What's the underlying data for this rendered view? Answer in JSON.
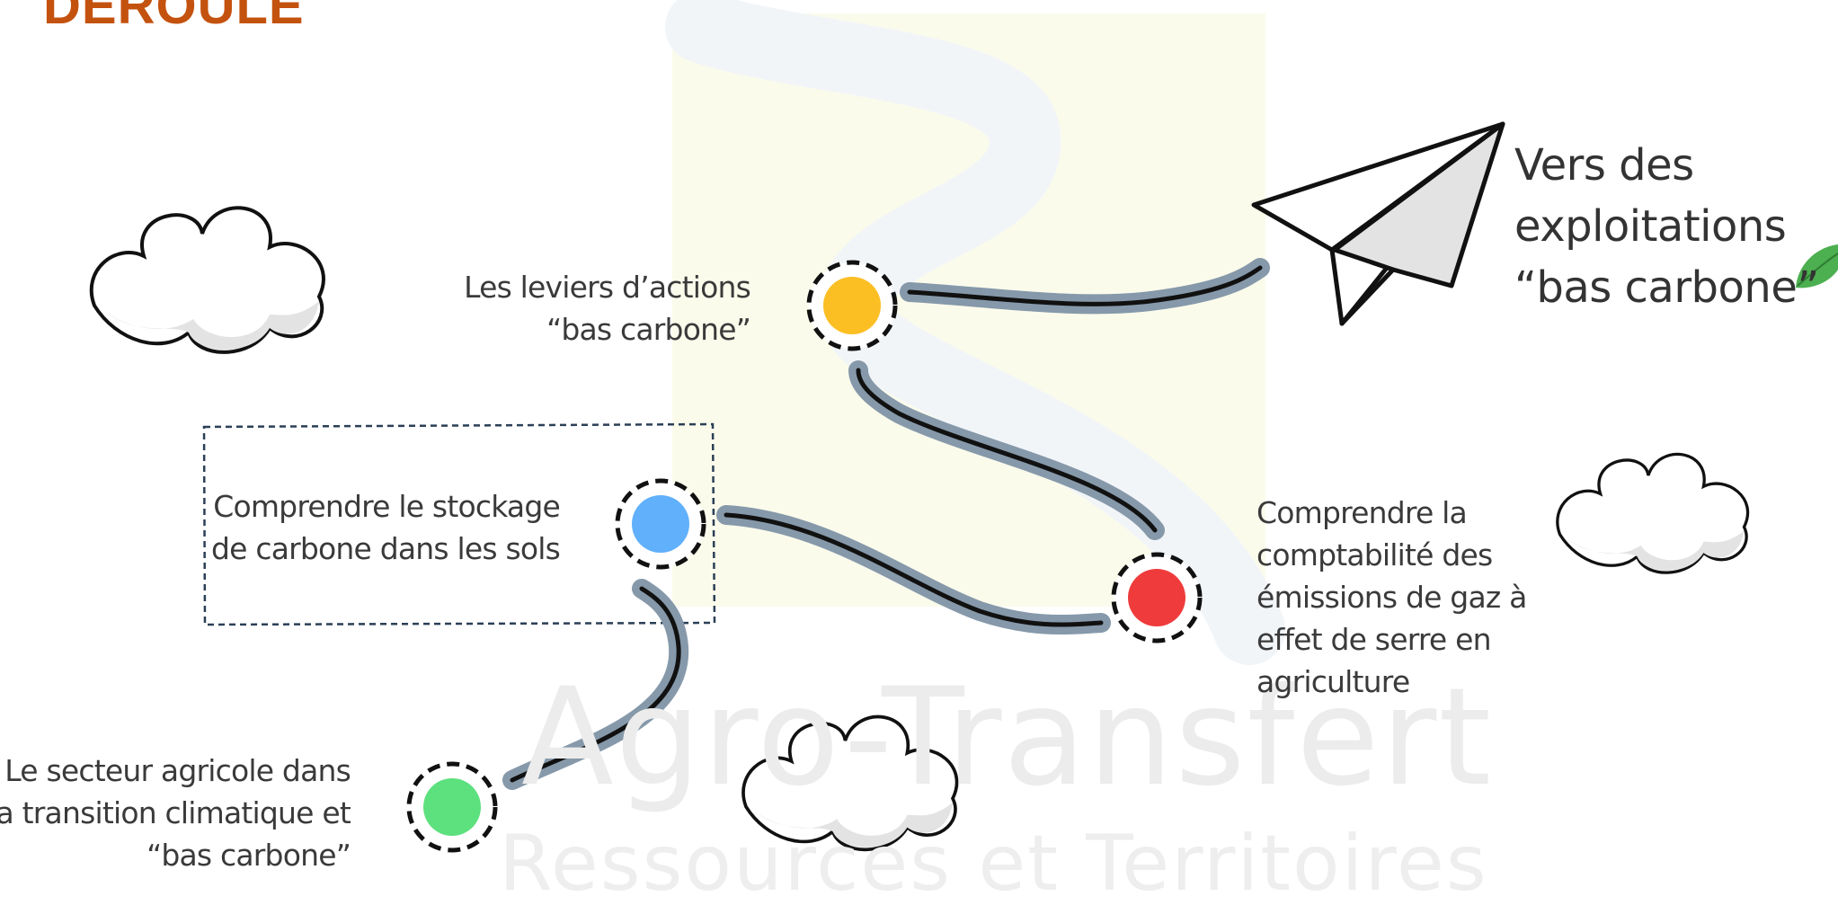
{
  "slide": {
    "title": "DÉROULÉ",
    "watermark_line1": "Agro-Transfert",
    "watermark_line2": "Ressources et Territoires"
  },
  "steps": [
    {
      "id": "step-1",
      "lines": [
        "Le secteur agricole dans",
        "la transition climatique et",
        "“bas carbone”"
      ],
      "dot_color": "#5de07e"
    },
    {
      "id": "step-2",
      "lines": [
        "Comprendre le stockage",
        "de carbone dans les sols"
      ],
      "dot_color": "#60b0fb",
      "highlighted": true
    },
    {
      "id": "step-3",
      "lines": [
        "Comprendre la",
        "comptabilité des",
        "émissions de gaz à",
        "effet de serre en",
        "agriculture"
      ],
      "dot_color": "#ef3b3b"
    },
    {
      "id": "step-4",
      "lines": [
        "Les leviers d’actions",
        "“bas carbone”"
      ],
      "dot_color": "#fbbf24"
    }
  ],
  "destination": {
    "lines": [
      "Vers des",
      "exploitations",
      "“bas carbone”"
    ],
    "icon": "paper-plane-icon",
    "badge_icon": "leaf-icon",
    "leaf_color": "#4caf50"
  },
  "colors": {
    "title": "#c4520f",
    "path_shadow": "#8699aa",
    "path_line": "#111111",
    "road": "#f2f5f8",
    "road_background": "#fbfbec",
    "cloud_shadow": "#e3e3e3"
  }
}
